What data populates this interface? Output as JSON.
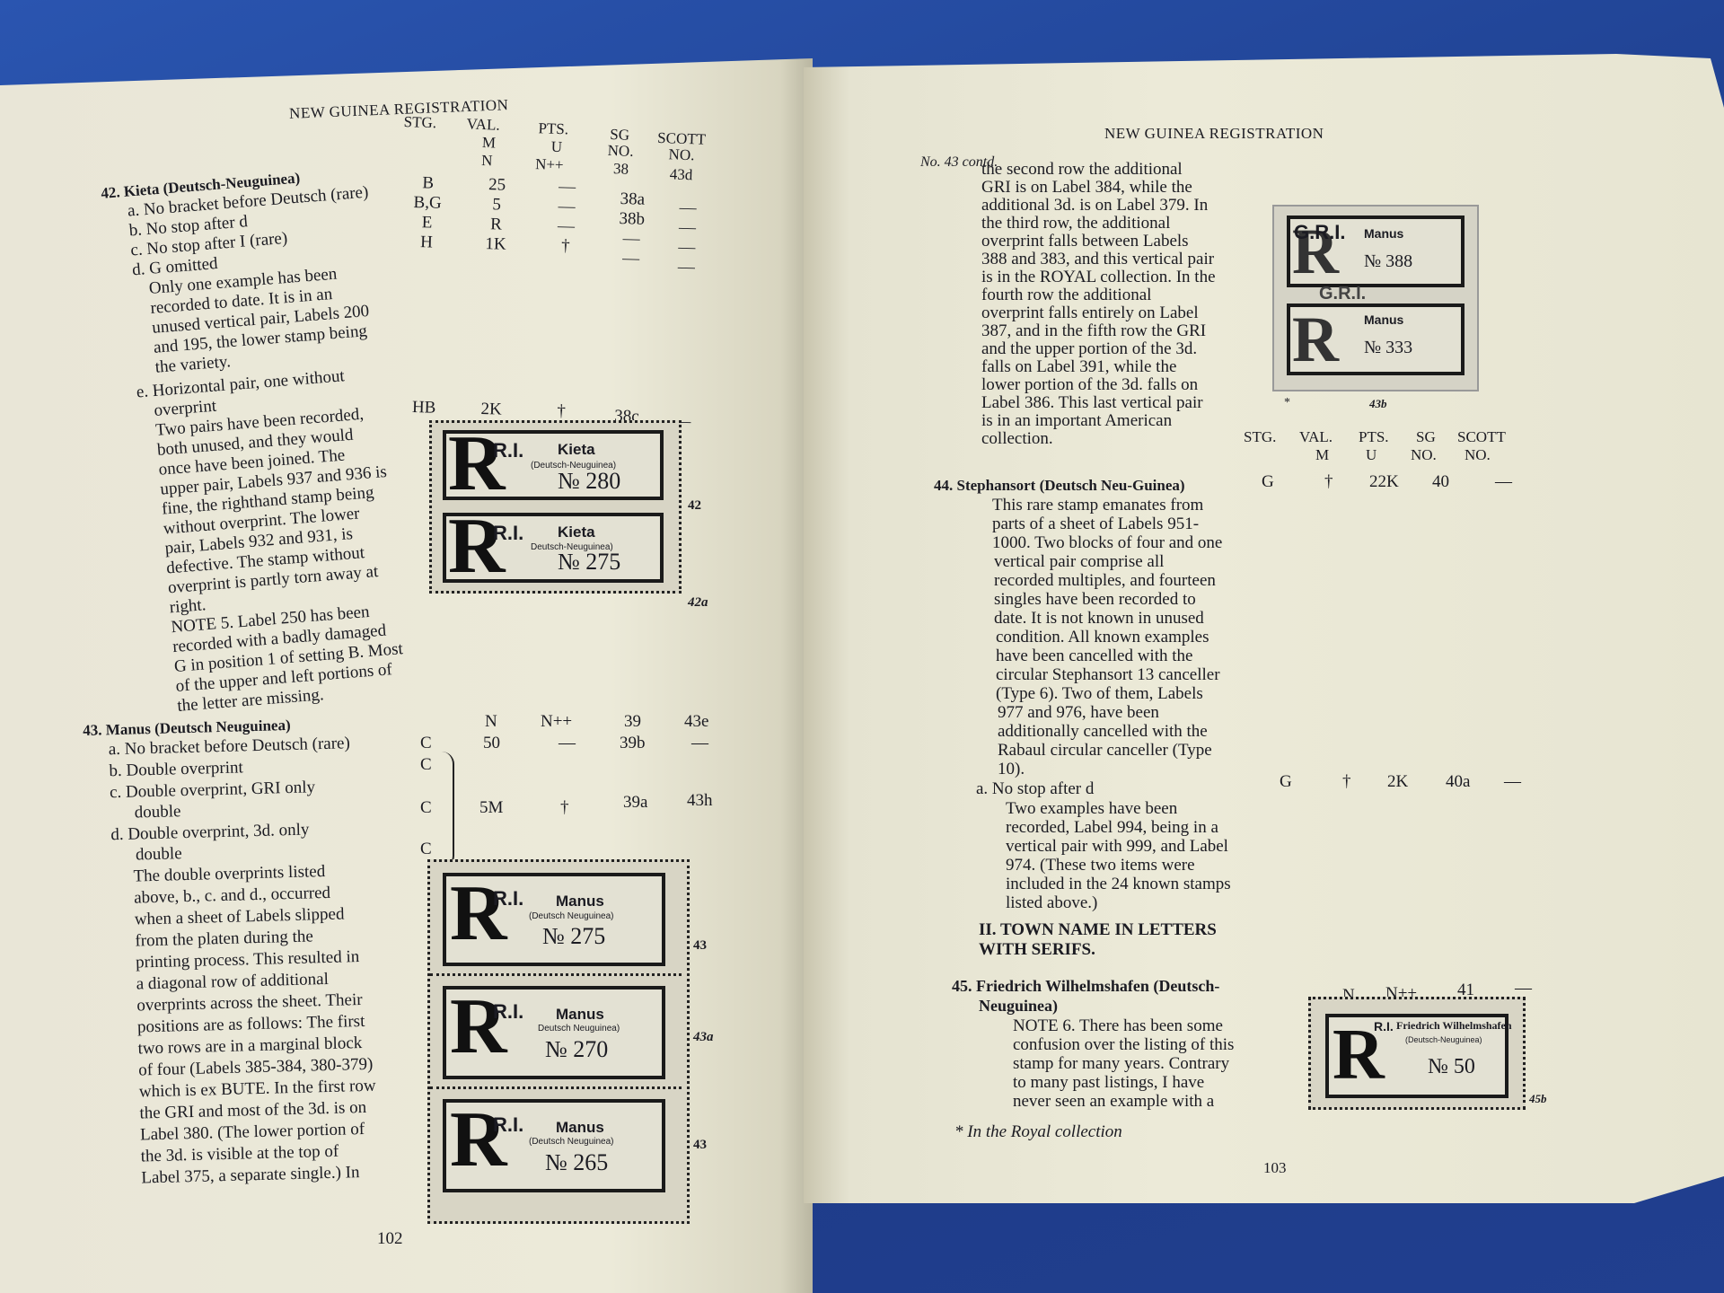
{
  "left_page": {
    "running_head": "NEW GUINEA REGISTRATION",
    "col_headers": [
      "STG.",
      "VAL.",
      "PTS.",
      "SG",
      "SCOTT"
    ],
    "col_headers2": [
      "M",
      "U",
      "NO.",
      "NO."
    ],
    "col_headers3": [
      "N",
      "N++",
      "38",
      "43d"
    ],
    "entry42_title": "42. Kieta (Deutsch-Neuguinea)",
    "entry42_a": "a. No bracket before Deutsch (rare)",
    "entry42_b": "b. No stop after d",
    "entry42_c": "c. No stop after I (rare)",
    "entry42_d": "d. G omitted",
    "entry42_d_text": [
      "Only one example has been",
      "recorded to date. It is in an",
      "unused vertical pair, Labels 200",
      "and 195, the lower stamp being",
      "the variety."
    ],
    "entry42_e": [
      "e. Horizontal pair, one without",
      "overprint"
    ],
    "entry42_e_text": [
      "Two pairs have been recorded,",
      "both unused, and they would",
      "once have been joined. The",
      "upper pair, Labels 937 and 936 is",
      "fine, the righthand stamp being",
      "without overprint. The lower",
      "pair, Labels 932 and 931, is",
      "defective. The stamp without",
      "overprint is partly torn away at",
      "right.",
      "NOTE 5. Label 250 has been",
      "recorded with a badly damaged",
      "G in position 1 of setting B. Most",
      "of the upper and left portions of",
      "the letter are missing."
    ],
    "row42_stg": [
      "B",
      "B,G",
      "E",
      "H"
    ],
    "row42_val": [
      "25",
      "5",
      "R",
      "1K"
    ],
    "row42_pts": [
      "—",
      "—",
      "—",
      "†"
    ],
    "row42_sg": [
      "38a",
      "38b",
      "—",
      "—"
    ],
    "row42_scott": [
      "—",
      "—",
      "—",
      "—"
    ],
    "row42e": [
      "HB",
      "2K",
      "†",
      "38c",
      "—"
    ],
    "stamp42": {
      "gri": "R.I.",
      "town": "Kieta",
      "sub": "(Deutsch-Neuguinea)",
      "num": "№ 280",
      "tag": "42"
    },
    "stamp42a": {
      "gri": "R.I.",
      "town": "Kieta",
      "sub": "Deutsch-Neuguinea)",
      "num": "№ 275",
      "tag": "42a"
    },
    "entry43_hdr": [
      "N",
      "N++",
      "39",
      "43e"
    ],
    "entry43_title": "43. Manus (Deutsch Neuguinea)",
    "entry43_a": "a. No bracket before Deutsch (rare)",
    "entry43_b": "b. Double overprint",
    "entry43_c": "c. Double overprint, GRI only",
    "entry43_c2": "double",
    "entry43_d": "d. Double overprint, 3d. only",
    "entry43_d2": "double",
    "entry43_text": [
      "The double overprints listed",
      "above, b., c. and d., occurred",
      "when a sheet of Labels slipped",
      "from the platen during the",
      "printing process. This resulted in",
      "a diagonal row of additional",
      "overprints across the sheet. Their",
      "positions are as follows: The first",
      "two rows are in a marginal block",
      "of four (Labels 385-384, 380-379)",
      "which is ex BUTE. In the first row",
      "the GRI and most of the 3d. is on",
      "Label 380. (The lower portion of",
      "the 3d. is visible at the top of",
      "Label 375, a separate single.) In"
    ],
    "row43_stg": [
      "C",
      "C",
      "C",
      "C"
    ],
    "row43a": [
      "50",
      "—",
      "39b",
      "—"
    ],
    "row43bcd": [
      "5M",
      "†",
      "39a",
      "43h"
    ],
    "stamp43": {
      "gri": "R.I.",
      "town": "Manus",
      "sub": "(Deutsch Neuguinea)",
      "num": "№ 275",
      "tag": "43"
    },
    "stamp43a": {
      "gri": "R.I.",
      "town": "Manus",
      "sub": "Deutsch Neuguinea)",
      "num": "№ 270",
      "tag": "43a"
    },
    "stamp43b": {
      "gri": "R.I.",
      "town": "Manus",
      "sub": "(Deutsch Neuguinea)",
      "num": "№ 265",
      "tag": "43"
    },
    "page_number": "102"
  },
  "right_page": {
    "running_head": "NEW GUINEA REGISTRATION",
    "contd": "No. 43 contd.",
    "contd_text": [
      "the second row the additional",
      "GRI is on Label 384, while the",
      "additional 3d. is on Label 379. In",
      "the third row, the additional",
      "overprint falls between Labels",
      "388 and 383, and this vertical pair",
      "is in the ROYAL collection. In the",
      "fourth row the additional",
      "overprint falls entirely on Label",
      "387, and in the fifth row the GRI",
      "and the upper portion of the 3d.",
      "falls on Label 391, while the",
      "lower portion of the 3d. falls on",
      "Label 386. This last vertical pair",
      "is in an important American",
      "collection."
    ],
    "stamp43b_pair": {
      "top_gri": "G.R.I.",
      "town": "Manus",
      "num1": "№ 388",
      "mid": "G.R.I.",
      "num2": "№ 333",
      "star": "*",
      "tag": "43b"
    },
    "col_headers": [
      "STG.",
      "VAL.",
      "PTS.",
      "SG",
      "SCOTT"
    ],
    "col_headers2": [
      "M",
      "U",
      "NO.",
      "NO."
    ],
    "entry44_title": "44. Stephansort (Deutsch Neu-Guinea)",
    "entry44_row": [
      "G",
      "†",
      "22K",
      "40",
      "—"
    ],
    "entry44_text": [
      "This rare stamp emanates from",
      "parts of a sheet of Labels 951-",
      "1000. Two blocks of four and one",
      "vertical pair comprise all",
      "recorded multiples, and fourteen",
      "singles have been recorded to",
      "date. It is not known in unused",
      "condition. All known examples",
      "have been cancelled with the",
      "circular Stephansort 13 canceller",
      "(Type 6). Two of them, Labels",
      "977 and 976, have been",
      "additionally cancelled with the",
      "Rabaul circular canceller (Type",
      "10)."
    ],
    "entry44_a": "a. No stop after d",
    "entry44_a_row": [
      "G",
      "†",
      "2K",
      "40a",
      "—"
    ],
    "entry44_a_text": [
      "Two examples have been",
      "recorded, Label 994, being in a",
      "vertical pair with 999, and Label",
      "974. (These two items were",
      "included in the 24 known stamps",
      "listed above.)"
    ],
    "section2": [
      "II. TOWN NAME IN LETTERS",
      "WITH SERIFS."
    ],
    "entry45_title": [
      "45. Friedrich Wilhelmshafen (Deutsch-",
      "Neuguinea)"
    ],
    "entry45_hdr": [
      "N",
      "N++",
      "41",
      "—"
    ],
    "entry45_text": [
      "NOTE 6. There has been some",
      "confusion over the listing of this",
      "stamp for many years. Contrary",
      "to many past listings, I have",
      "never seen an example with a"
    ],
    "stamp45": {
      "gri": "R.I.",
      "town": "Friedrich Wilhelmshafen",
      "sub": "(Deutsch-Neuguinea)",
      "num": "№ 50",
      "tag": "45b"
    },
    "footnote": "* In the Royal collection",
    "page_number": "103"
  }
}
